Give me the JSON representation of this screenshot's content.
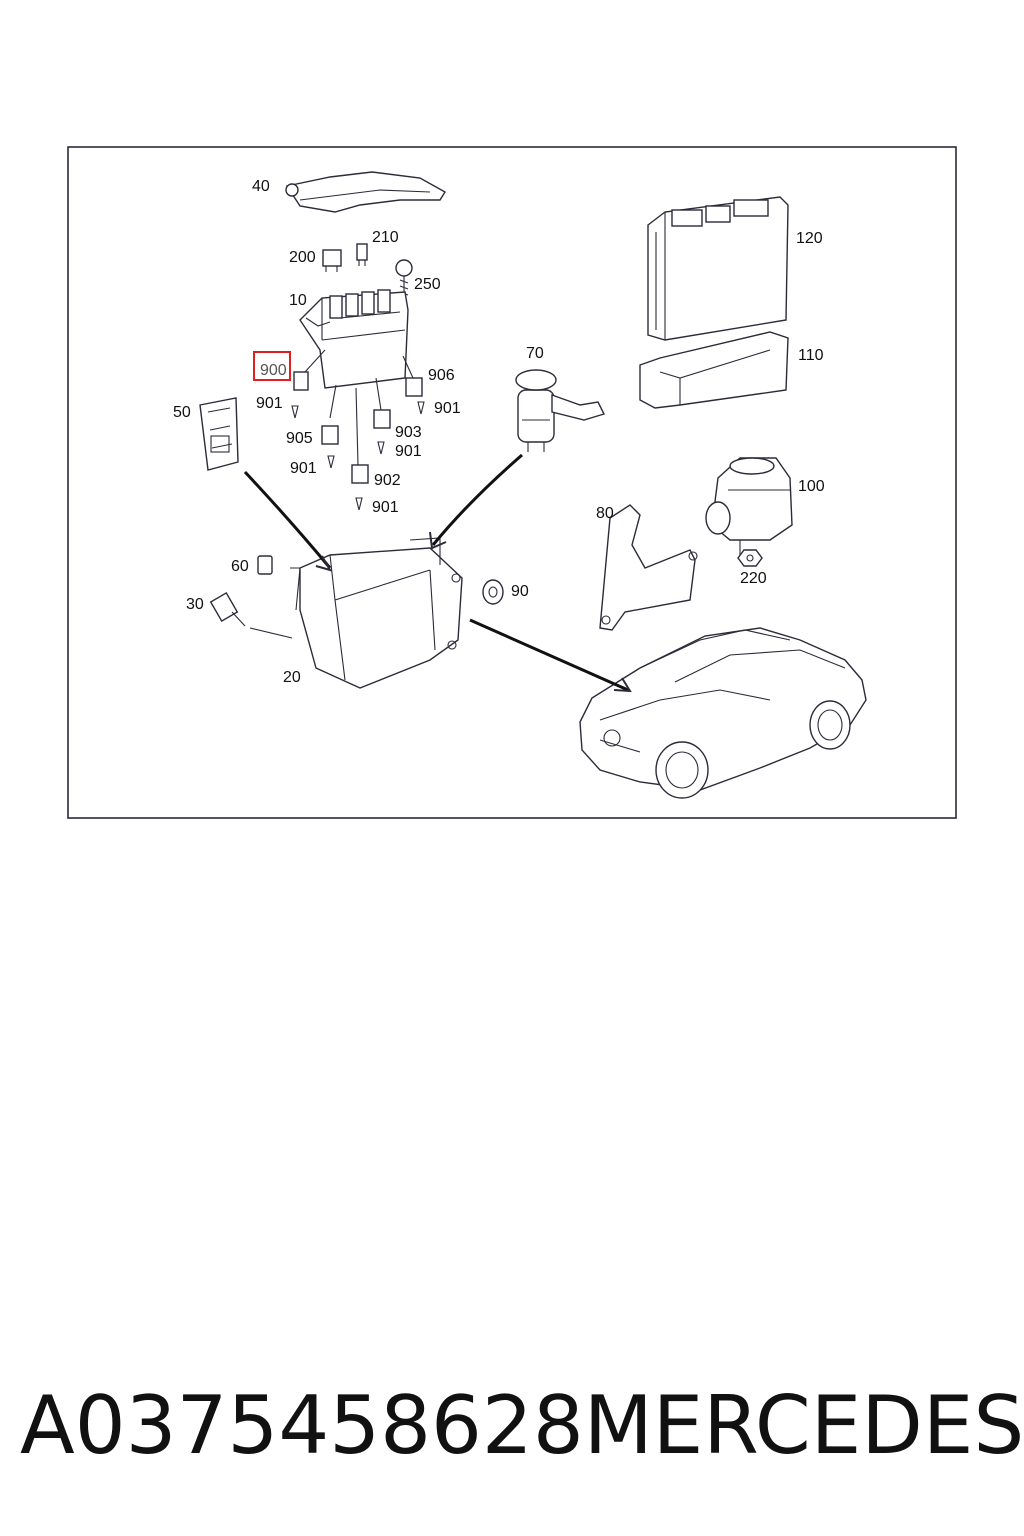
{
  "callouts": {
    "c40": "40",
    "c210": "210",
    "c200": "200",
    "c250": "250",
    "c10": "10",
    "c900": "900",
    "c901a": "901",
    "c906": "906",
    "c901b": "901",
    "c905": "905",
    "c903": "903",
    "c901c": "901",
    "c901d": "901",
    "c902": "902",
    "c901e": "901",
    "c50": "50",
    "c70": "70",
    "c120": "120",
    "c110": "110",
    "c100": "100",
    "c80": "80",
    "c220": "220",
    "c60": "60",
    "c90": "90",
    "c30": "30",
    "c20": "20"
  },
  "highlight": {
    "label": "900",
    "color": "#e02020"
  },
  "caption": {
    "part_number": "A0375458628",
    "brand": "MERCEDES"
  },
  "colors": {
    "frame": "#1c1c2e",
    "lines": "#2b2b3a"
  }
}
